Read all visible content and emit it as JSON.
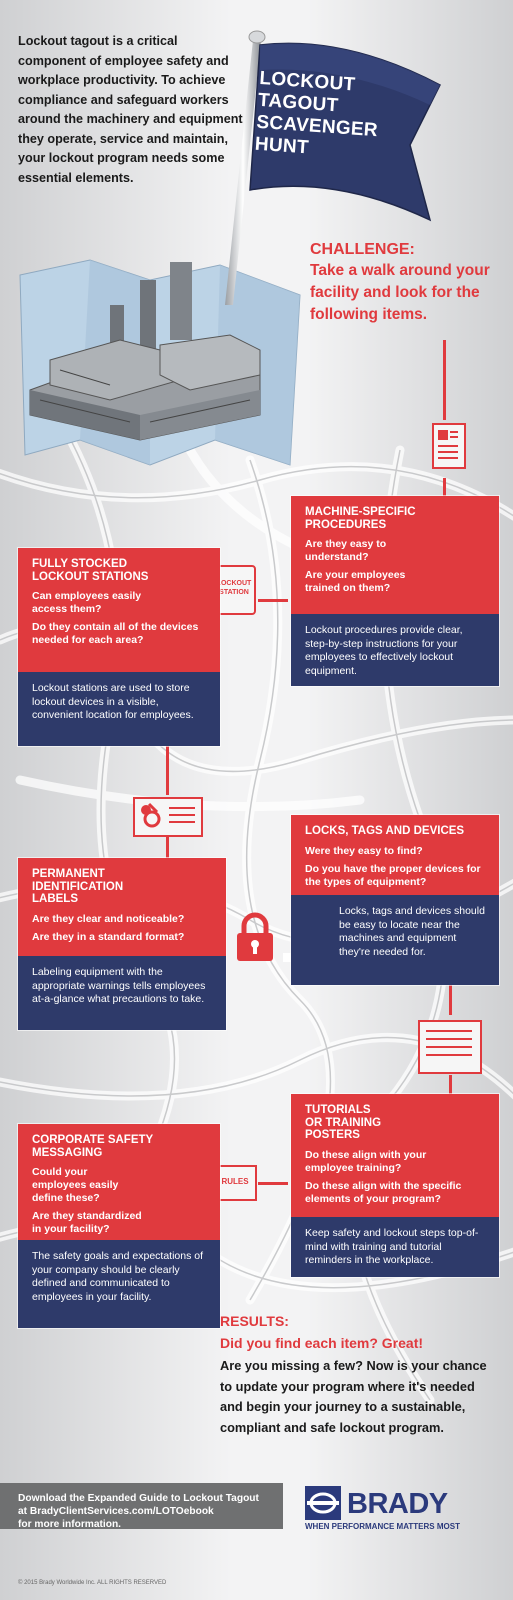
{
  "intro": "Lockout tagout is a critical component of employee safety and workplace productivity. To achieve compliance and safeguard workers around the machinery and equipment they operate, service and maintain, your lockout program needs some essential elements.",
  "flag": {
    "line1": "LOCKOUT",
    "line2": "TAGOUT",
    "line3": "SCAVENGER",
    "line4": "HUNT"
  },
  "challenge": {
    "heading": "CHALLENGE:",
    "body": "Take a walk around your facility and look for the following items."
  },
  "cards": {
    "machine": {
      "title": "MACHINE-SPECIFIC PROCEDURES",
      "q1": "Are they easy to understand?",
      "q2": "Are your employees trained on them?",
      "desc": "Lockout procedures provide clear, step-by-step instructions for your employees to effectively lockout equipment."
    },
    "stations": {
      "title": "FULLY STOCKED LOCKOUT STATIONS",
      "q1": "Can employees easily access them?",
      "q2": "Do they contain all of the devices needed for each area?",
      "desc": "Lockout stations are used to store lockout devices in a visible, convenient location for employees."
    },
    "locks": {
      "title": "LOCKS, TAGS AND DEVICES",
      "q1": "Were they easy to find?",
      "q2": "Do you have the proper devices for the types of equipment?",
      "desc": "Locks, tags and devices should be easy to locate near the machines and equipment they're needed for."
    },
    "labels": {
      "title": "PERMANENT IDENTIFICATION LABELS",
      "q1": "Are they clear and noticeable?",
      "q2": "Are they in a standard format?",
      "desc": "Labeling equipment with the appropriate warnings tells employees at-a-glance what precautions to take."
    },
    "tutorials": {
      "title": "TUTORIALS OR TRAINING POSTERS",
      "q1": "Do these align with your employee training?",
      "q2": "Do these align with the specific elements of your program?",
      "desc": "Keep safety and lockout steps top-of-mind with training and tutorial reminders in the workplace."
    },
    "messaging": {
      "title": "CORPORATE SAFETY MESSAGING",
      "q1": "Could your employees easily define these?",
      "q2": "Are they standardized in your facility?",
      "desc": "The safety goals and expectations of your company should be clearly defined and communicated to employees in your facility."
    }
  },
  "icons": {
    "station_line1": "LOCKOUT",
    "station_line2": "STATION",
    "rules": "RULES"
  },
  "results": {
    "heading": "RESULTS:",
    "sub": "Did you find each item? Great!",
    "body": "Are you missing a few? Now is your chance to update your program where it's needed and begin your journey to a sustainable, compliant and safe lockout program."
  },
  "footer": {
    "line1": "Download the Expanded Guide to Lockout Tagout",
    "line2": "at BradyClientServices.com/LOTOebook",
    "line3": "for more information.",
    "copyright": "© 2015 Brady Worldwide Inc. ALL RIGHTS RESERVED"
  },
  "brand": {
    "name": "BRADY",
    "tagline": "WHEN PERFORMANCE MATTERS MOST"
  },
  "colors": {
    "red": "#e03a3e",
    "navy": "#2e3a6a",
    "brand_blue": "#2b3a7c",
    "footer_gray": "#6f7071"
  }
}
